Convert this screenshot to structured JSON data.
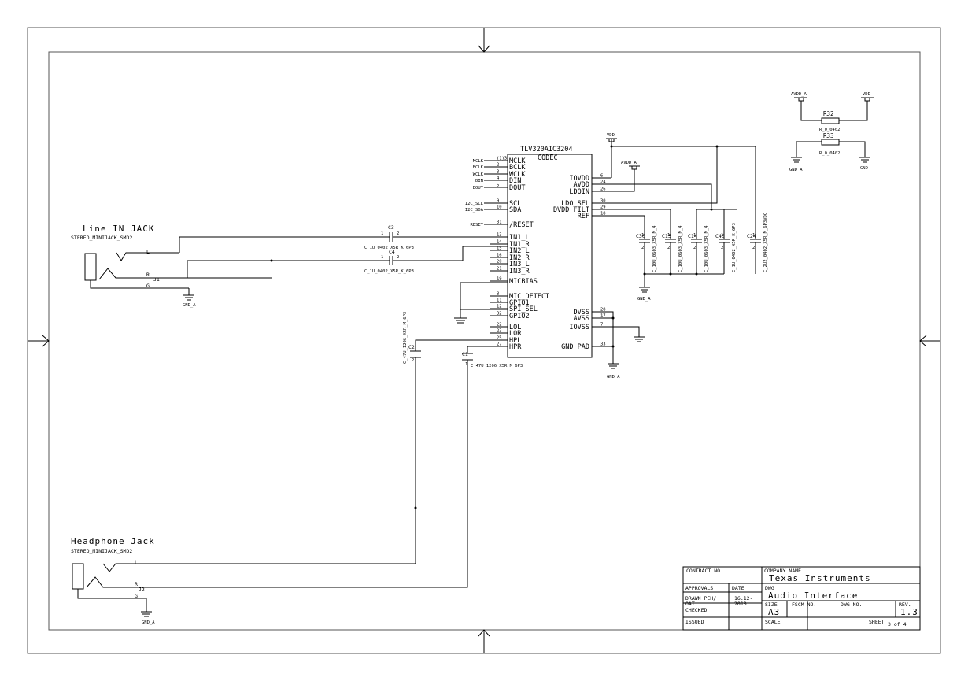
{
  "codec": {
    "part": "TLV320AIC3204",
    "value": "CODEC",
    "left_pins": [
      {
        "num": "(1)3",
        "name": "MCLK",
        "net": "MCLK"
      },
      {
        "num": "2",
        "name": "BCLK",
        "net": "BCLK"
      },
      {
        "num": "3",
        "name": "WCLK",
        "net": "WCLK"
      },
      {
        "num": "4",
        "name": "DIN",
        "net": "DIN"
      },
      {
        "num": "5",
        "name": "DOUT",
        "net": "DOUT"
      },
      {
        "num": "9",
        "name": "SCL",
        "net": "I2C_SCL"
      },
      {
        "num": "10",
        "name": "SDA",
        "net": "I2C_SDA"
      },
      {
        "num": "31",
        "name": "/RESET",
        "net": "RESET"
      },
      {
        "num": "13",
        "name": "IN1_L",
        "net": ""
      },
      {
        "num": "14",
        "name": "IN1_R",
        "net": ""
      },
      {
        "num": "15",
        "name": "IN2_L",
        "net": ""
      },
      {
        "num": "16",
        "name": "IN2_R",
        "net": ""
      },
      {
        "num": "20",
        "name": "IN3_L",
        "net": ""
      },
      {
        "num": "21",
        "name": "IN3_R",
        "net": ""
      },
      {
        "num": "19",
        "name": "MICBIAS",
        "net": ""
      },
      {
        "num": "8",
        "name": "MIC_DETECT",
        "net": ""
      },
      {
        "num": "11",
        "name": "GPIO1",
        "net": ""
      },
      {
        "num": "12",
        "name": "SPI_SEL",
        "net": ""
      },
      {
        "num": "32",
        "name": "GPIO2",
        "net": ""
      },
      {
        "num": "22",
        "name": "LOL",
        "net": ""
      },
      {
        "num": "23",
        "name": "LOR",
        "net": ""
      },
      {
        "num": "25",
        "name": "HPL",
        "net": ""
      },
      {
        "num": "27",
        "name": "HPR",
        "net": ""
      }
    ],
    "right_pins": [
      {
        "num": "6",
        "name": "IOVDD"
      },
      {
        "num": "24",
        "name": "AVDD"
      },
      {
        "num": "26",
        "name": "LDOIN"
      },
      {
        "num": "30",
        "name": "LDO_SEL"
      },
      {
        "num": "29",
        "name": "DVDD_FILT"
      },
      {
        "num": "18",
        "name": "REF"
      },
      {
        "num": "28",
        "name": "DVSS"
      },
      {
        "num": "17",
        "name": "AVSS"
      },
      {
        "num": "7",
        "name": "IOVSS"
      },
      {
        "num": "33",
        "name": "GND_PAD"
      }
    ]
  },
  "line_in": {
    "title": "Line IN JACK",
    "footprint": "STEREO_MINIJACK_SMD2",
    "ref": "J1",
    "pin_l": "L",
    "pin_r": "R",
    "pin_g": "G",
    "gnd": "GND_A"
  },
  "headphone": {
    "title": "Headphone Jack",
    "footprint": "STEREO_MINIJACK_SMD2",
    "ref": "J2",
    "pin_l": "L",
    "pin_r": "R",
    "pin_g": "G",
    "gnd": "GND_A"
  },
  "input_caps": [
    {
      "ref": "C3",
      "value": "C_1U_0402_X5R_K_6P3",
      "pin1": "1",
      "pin2": "2"
    },
    {
      "ref": "C4",
      "value": "C_1U_0402_X5R_K_6P3",
      "pin1": "1",
      "pin2": "2"
    }
  ],
  "output_caps": [
    {
      "ref": "C2",
      "value": "C_47U_1206_X5R_M_6P3",
      "pin1": "1",
      "pin2": "2"
    },
    {
      "ref": "C1",
      "value": "C_47U_1206_X5R_M_6P3",
      "pin1": "1",
      "pin2": "2"
    }
  ],
  "decoupling_caps": [
    {
      "ref": "C30",
      "value": "C_10U_0603_X5R_M_4",
      "pin1": "1",
      "pin2": "2"
    },
    {
      "ref": "C15",
      "value": "C_10U_0603_X5R_M_4",
      "pin1": "1",
      "pin2": "2"
    },
    {
      "ref": "C14",
      "value": "C_10U_0603_X5R_M_4",
      "pin1": "1",
      "pin2": "2"
    },
    {
      "ref": "C40",
      "value": "C_1U_0402_X5R_K_6P3",
      "pin1": "1",
      "pin2": "2"
    },
    {
      "ref": "C24",
      "value": "C_2U2_0402_X5R_M_6P3VDC",
      "pin1": "1",
      "pin2": "2"
    }
  ],
  "nets": {
    "vdd": "VDD",
    "avdd_a": "AVDD_A",
    "gnd_a": "GND_A",
    "gnd": "GND"
  },
  "resistors": [
    {
      "ref": "R32",
      "value": "R_0_0402"
    },
    {
      "ref": "R33",
      "value": "R_0_0402"
    }
  ],
  "title_block": {
    "contract_no_label": "CONTRACT NO.",
    "company_name_label": "COMPANY NAME",
    "company": "Texas Instruments",
    "approvals_label": "APPROVALS",
    "date_label": "DATE",
    "dwg_label": "DWG",
    "dwg_title": "Audio Interface",
    "drawn_label": "DRAWN PEH/\nOAT",
    "drawn_date": "16.12-\n2010",
    "checked_label": "CHECKED",
    "issued_label": "ISSUED",
    "size_label": "SIZE",
    "size": "A3",
    "fscm_label": "FSCM NO.",
    "dwgno_label": "DWG NO.",
    "rev_label": "REV.",
    "rev": "1.3",
    "scale_label": "SCALE",
    "sheet_label": "SHEET",
    "sheet_value": "3 of 4"
  }
}
